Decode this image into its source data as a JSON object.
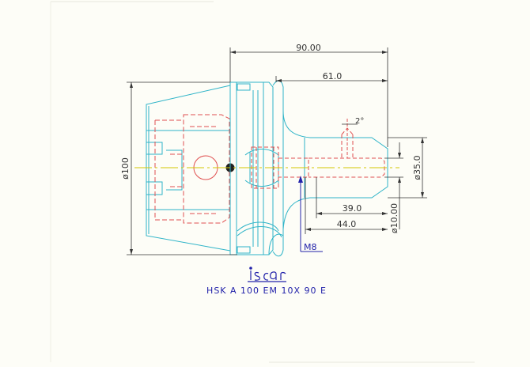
{
  "dimensions": {
    "total_length": "90.00",
    "shank_length": "61.0",
    "flange_diameter": "ø100",
    "clamp_diameter": "ø35.0",
    "bore_diameter": "ø10.00",
    "depth_1": "39.0",
    "depth_2": "44.0",
    "angle": "2°",
    "thread": "M8"
  },
  "logo": {
    "brand": "iscar"
  },
  "part_designation": "HSK A 100 EM 10X 90 E",
  "colors": {
    "background": "#fdfdf7",
    "outline": "#2fb4c8",
    "hidden": "#e05050",
    "dimension": "#333333",
    "centerline": "#d4c800",
    "callout": "#2222aa"
  }
}
